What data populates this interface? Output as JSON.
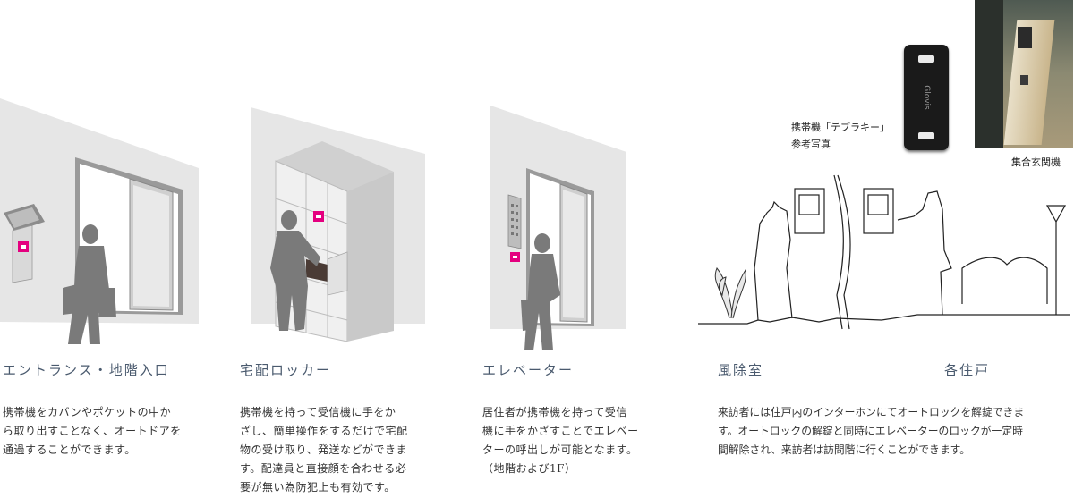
{
  "colors": {
    "accent": "#e4007f",
    "wall": "#e6e6e6",
    "silhouette": "#7a7a7a",
    "heading": "#4a5a6e"
  },
  "sections": [
    {
      "heading": "エントランス・地階入口",
      "lines": [
        "携帯機をカバンやポケットの中か",
        "ら取り出すことなく、オートドアを",
        "通過することができます。"
      ]
    },
    {
      "heading": "宅配ロッカー",
      "lines": [
        "携帯機を持って受信機に手をか",
        "ざし、簡単操作をするだけで宅配",
        "物の受け取り、発送などができま",
        "す。配達員と直接顔を合わせる必",
        "要が無い為防犯上も有効です。"
      ]
    },
    {
      "heading": "エレベーター",
      "lines": [
        "居住者が携帯機を持って受信",
        "機に手をかざすことでエレベー",
        "ターの呼出しが可能となます。",
        "（地階および1F）"
      ]
    },
    {
      "heading": "風除室",
      "heading2": "各住戸",
      "lines": [
        "来訪者には住戸内のインターホンにてオートロックを解錠できま",
        "す。オートロックの解錠と同時にエレベーターのロックが一定時",
        "間解除され、来訪者は訪問階に行くことができます。"
      ]
    }
  ],
  "photos": {
    "key_caption_line1": "携帯機「テブラキー」",
    "key_caption_line2": "参考写真",
    "key_brand": "Glovis",
    "panel_caption": "集合玄関機"
  }
}
